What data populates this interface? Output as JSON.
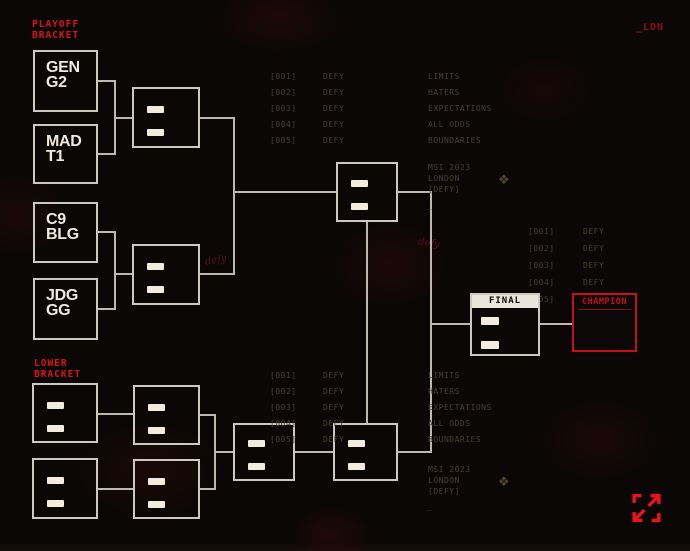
{
  "window": {
    "top_right_label": "_LDN"
  },
  "playoff": {
    "title_line1": "PLAYOFF",
    "title_line2": "BRACKET",
    "teams": [
      {
        "l1": "GEN",
        "l2": "G2"
      },
      {
        "l1": "MAD",
        "l2": "T1"
      },
      {
        "l1": "C9",
        "l2": "BLG"
      },
      {
        "l1": "JDG",
        "l2": "GG"
      }
    ]
  },
  "lower": {
    "title_line1": "LOWER",
    "title_line2": "BRACKET"
  },
  "final_box": {
    "label": "FINAL"
  },
  "champion_box": {
    "label": "CHAMPION"
  },
  "defy_top": {
    "rows": [
      {
        "id": "[001]",
        "word": "DEFY",
        "tail": "LIMITS"
      },
      {
        "id": "[002]",
        "word": "DEFY",
        "tail": "HATERS"
      },
      {
        "id": "[003]",
        "word": "DEFY",
        "tail": "EXPECTATIONS"
      },
      {
        "id": "[004]",
        "word": "DEFY",
        "tail": "ALL ODDS"
      },
      {
        "id": "[005]",
        "word": "DEFY",
        "tail": "BOUNDARIES"
      }
    ]
  },
  "defy_right": {
    "rows": [
      {
        "id": "[001]",
        "word": "DEFY"
      },
      {
        "id": "[002]",
        "word": "DEFY"
      },
      {
        "id": "[003]",
        "word": "DEFY"
      },
      {
        "id": "[004]",
        "word": "DEFY"
      },
      {
        "id": "[005]"
      }
    ]
  },
  "defy_bottom": {
    "rows": [
      {
        "id": "[001]",
        "word": "DEFY",
        "tail": "LIMITS"
      },
      {
        "id": "[002]",
        "word": "DEFY",
        "tail": "HATERS"
      },
      {
        "id": "[003]",
        "word": "DEFY",
        "tail": "EXPECTATIONS"
      },
      {
        "id": "[004]",
        "word": "DEFY",
        "tail": "ALL ODDS"
      },
      {
        "id": "[005]",
        "word": "DEFY",
        "tail": "BOUNDARIES"
      }
    ]
  },
  "event_top": {
    "line1": "MSI 2023",
    "line2": "LONDON",
    "line3": "[DEFY]",
    "cursor": "_"
  },
  "event_bottom": {
    "line1": "MSI 2023",
    "line2": "LONDON",
    "line3": "[DEFY]",
    "cursor": "_"
  },
  "decor": {
    "graffiti_a": "defy",
    "graffiti_b": "defy"
  },
  "icons": {
    "crest_glyph": "❖"
  },
  "colors": {
    "accent_red": "#da1319",
    "champion_red": "#c8101a",
    "dim_text": "#46402f",
    "box_border": "#cdc9c1",
    "background": "#0b0706"
  }
}
